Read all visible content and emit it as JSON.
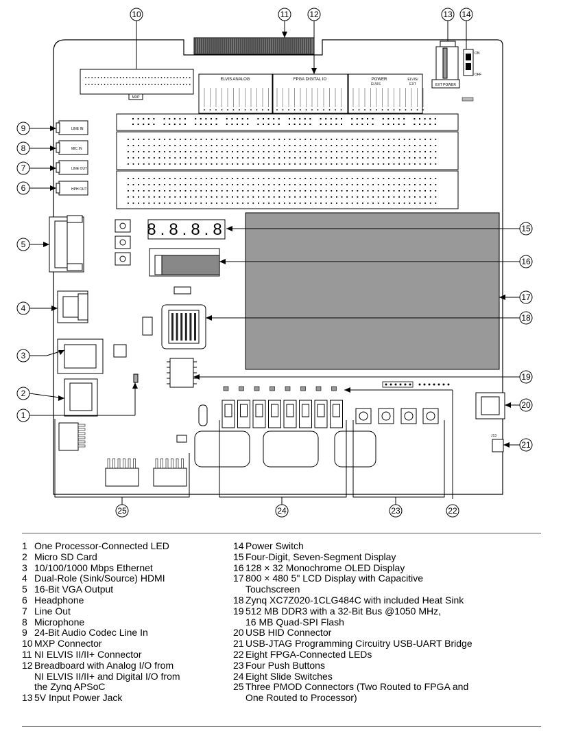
{
  "callouts": [
    {
      "n": "1"
    },
    {
      "n": "2"
    },
    {
      "n": "3"
    },
    {
      "n": "4"
    },
    {
      "n": "5"
    },
    {
      "n": "6"
    },
    {
      "n": "7"
    },
    {
      "n": "8"
    },
    {
      "n": "9"
    },
    {
      "n": "10"
    },
    {
      "n": "11"
    },
    {
      "n": "12"
    },
    {
      "n": "13"
    },
    {
      "n": "14"
    },
    {
      "n": "15"
    },
    {
      "n": "16"
    },
    {
      "n": "17"
    },
    {
      "n": "18"
    },
    {
      "n": "19"
    },
    {
      "n": "20"
    },
    {
      "n": "21"
    },
    {
      "n": "22"
    },
    {
      "n": "23"
    },
    {
      "n": "24"
    },
    {
      "n": "25"
    }
  ],
  "board_labels": {
    "mxp": "MXP",
    "elvis_analog": "ELVIS ANALOG",
    "fpga_digital_io": "FPGA DIGITAL IO",
    "power": "POWER",
    "elvis": "ELVIS",
    "elvis_ext": "ELVIS/",
    "ext": "EXT",
    "ext_power": "EXT POWER",
    "on": "ON",
    "off": "OFF",
    "line_in": "LINE IN",
    "mic_in": "MIC IN",
    "line_out": "LINE OUT",
    "hph_out": "HPH OUT",
    "j13": "J13",
    "seg_display": "8.8.8.8"
  },
  "legend": {
    "left": [
      {
        "n": "1",
        "text": "One Processor-Connected LED"
      },
      {
        "n": "2",
        "text": "Micro SD Card"
      },
      {
        "n": "3",
        "text": "10/100/1000 Mbps Ethernet"
      },
      {
        "n": "4",
        "text": "Dual-Role (Sink/Source) HDMI"
      },
      {
        "n": "5",
        "text": "16-Bit VGA Output"
      },
      {
        "n": "6",
        "text": "Headphone"
      },
      {
        "n": "7",
        "text": "Line Out"
      },
      {
        "n": "8",
        "text": "Microphone"
      },
      {
        "n": "9",
        "text": "24-Bit Audio Codec Line In"
      },
      {
        "n": "10",
        "text": "MXP Connector"
      },
      {
        "n": "11",
        "text": "NI ELVIS II/II+ Connector"
      },
      {
        "n": "12",
        "text": "Breadboard with Analog I/O from\nNI ELVIS II/II+ and Digital I/O from\nthe Zynq APSoC"
      },
      {
        "n": "13",
        "text": "5V Input Power Jack"
      }
    ],
    "right": [
      {
        "n": "14",
        "text": "Power Switch"
      },
      {
        "n": "15",
        "text": "Four-Digit, Seven-Segment Display"
      },
      {
        "n": "16",
        "text": "128 × 32 Monochrome OLED Display"
      },
      {
        "n": "17",
        "text": "800 × 480 5\" LCD Display with Capacitive\nTouchscreen"
      },
      {
        "n": "18",
        "text": "Zynq XC7Z020-1CLG484C with included Heat Sink"
      },
      {
        "n": "19",
        "text": "512 MB DDR3 with a 32-Bit Bus @1050 MHz,\n16 MB Quad-SPI Flash"
      },
      {
        "n": "20",
        "text": "USB HID Connector"
      },
      {
        "n": "21",
        "text": "USB-JTAG Programming Circuitry USB-UART Bridge"
      },
      {
        "n": "22",
        "text": "Eight FPGA-Connected LEDs"
      },
      {
        "n": "23",
        "text": "Four Push Buttons"
      },
      {
        "n": "24",
        "text": "Eight Slide Switches"
      },
      {
        "n": "25",
        "text": "Three PMOD Connectors (Two Routed to FPGA and\nOne Routed to Processor)"
      }
    ]
  }
}
